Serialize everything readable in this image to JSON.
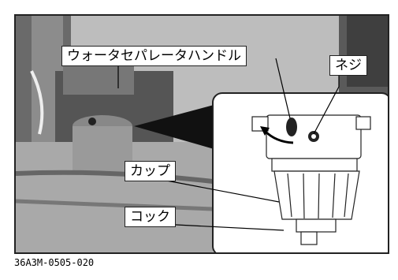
{
  "labels": {
    "handle": "ウォータセパレータハンドル",
    "screw": "ネジ",
    "cup": "カップ",
    "cock": "コック"
  },
  "figure_code": "36A3M-0505-020"
}
